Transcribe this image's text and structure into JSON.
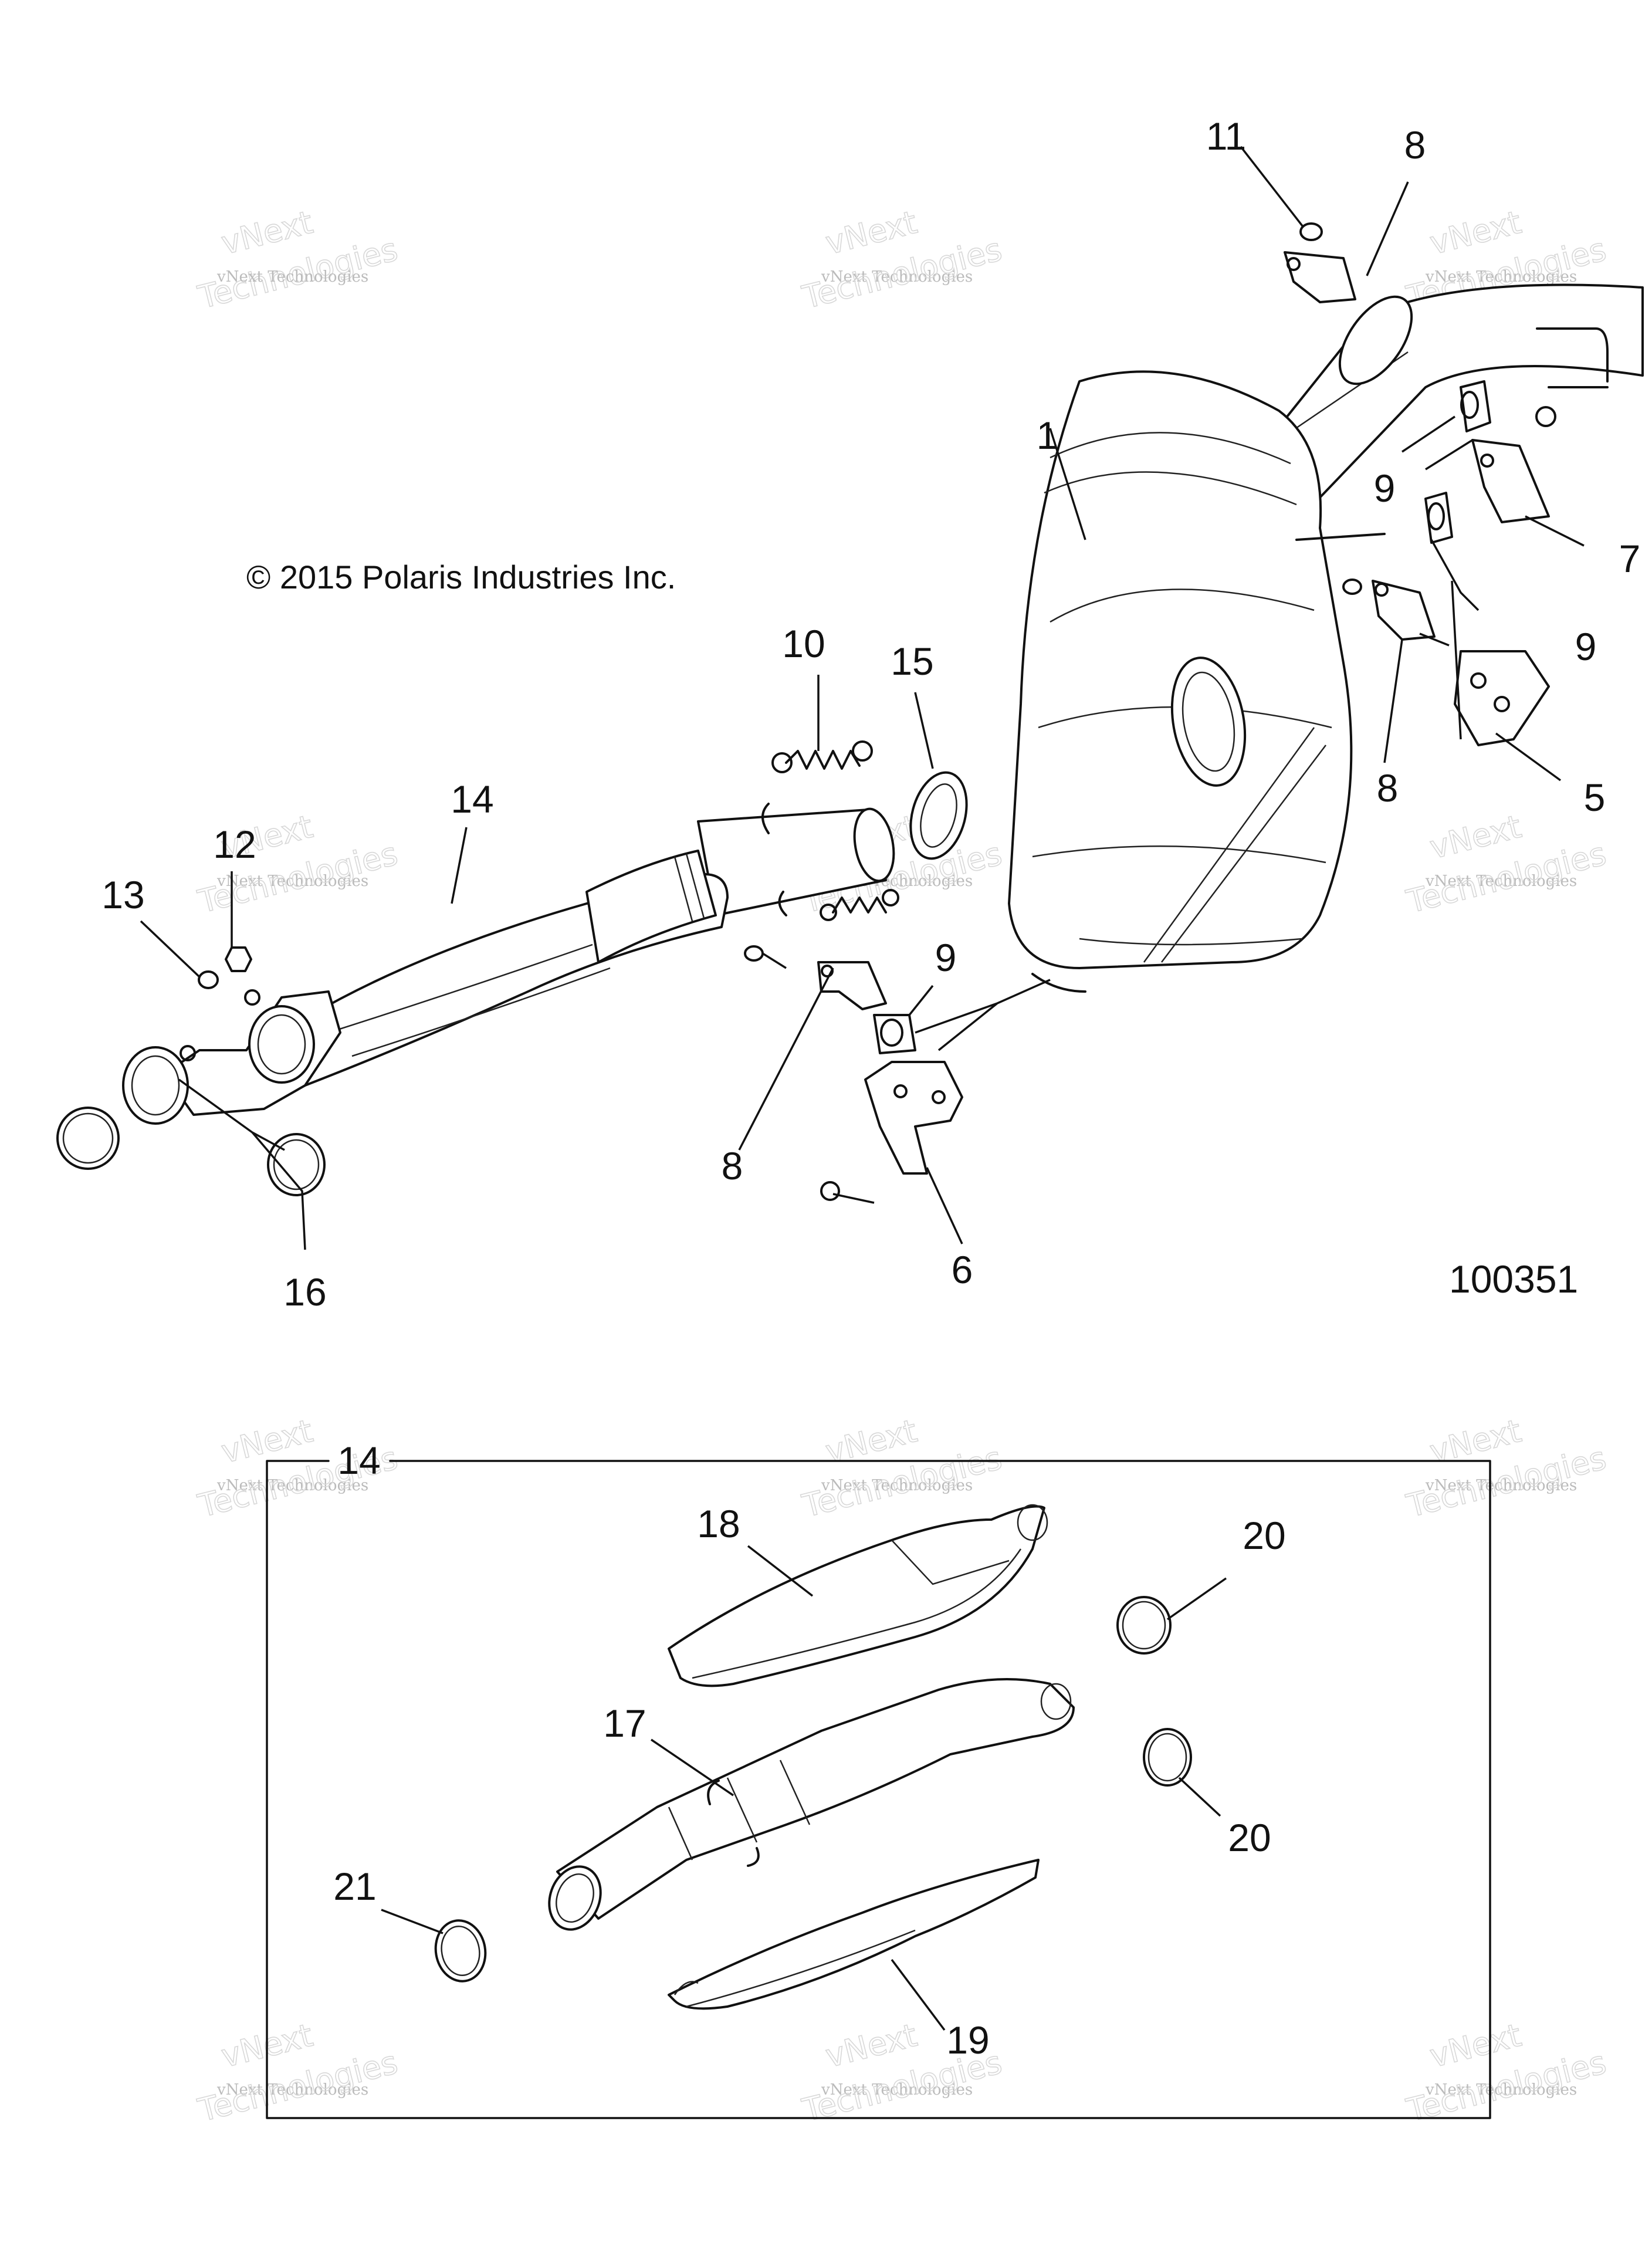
{
  "copyright": "© 2015 Polaris Industries Inc.",
  "drawing_number": "100351",
  "watermark": {
    "line1": "vNext",
    "line2": "vNext Technologies",
    "line3": "Technologies"
  },
  "callouts": {
    "c1": "1",
    "c5": "5",
    "c6": "6",
    "c7": "7",
    "c8a": "8",
    "c8b": "8",
    "c8c": "8",
    "c9a": "9",
    "c9b": "9",
    "c9c": "9",
    "c10": "10",
    "c11": "11",
    "c12": "12",
    "c13": "13",
    "c14a": "14",
    "c15": "15",
    "c16": "16",
    "c14b": "14",
    "c17": "17",
    "c18": "18",
    "c19": "19",
    "c20a": "20",
    "c20b": "20",
    "c21": "21"
  }
}
